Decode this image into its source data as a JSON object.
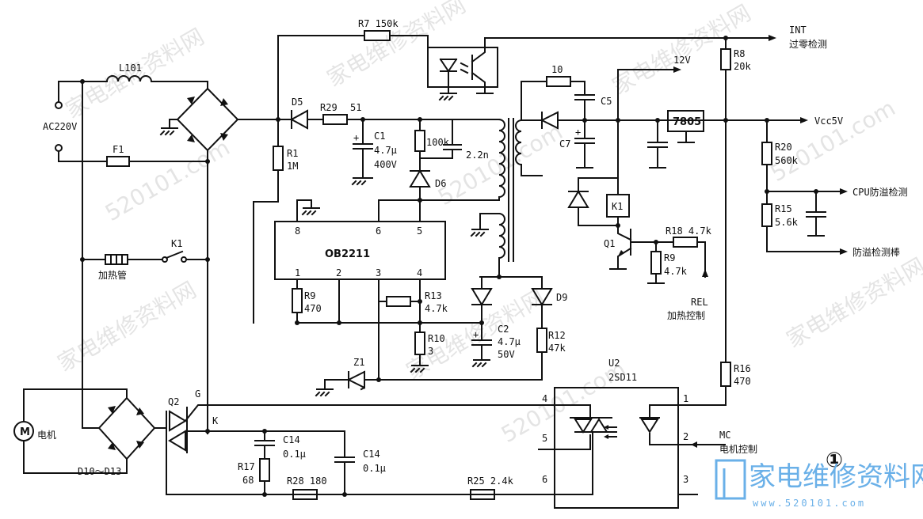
{
  "figure_number": "①",
  "power": {
    "ac_input": "AC220V",
    "inductor": "L101",
    "fuse": "F1"
  },
  "resistors": {
    "r7": "R7 150k",
    "r29_ref": "R29",
    "r29_val": "51",
    "r1_ref": "R1",
    "r1_val": "1M",
    "r100k": "100k",
    "r9a_ref": "R9",
    "r9a_val": "470",
    "r13_ref": "R13",
    "r13_val": "4.7k",
    "r10_ref": "R10",
    "r10_val": "3",
    "r12_ref": "R12",
    "r12_val": "47k",
    "r10b": "10",
    "r8_ref": "R8",
    "r8_val": "20k",
    "r20_ref": "R20",
    "r20_val": "560k",
    "r15_ref": "R15",
    "r15_val": "5.6k",
    "r18": "R18 4.7k",
    "r9b_ref": "R9",
    "r9b_val": "4.7k",
    "r16_ref": "R16",
    "r16_val": "470",
    "r17_ref": "R17",
    "r17_val": "68",
    "r28": "R28 180",
    "r25": "R25 2.4k"
  },
  "capacitors": {
    "c1_ref": "C1",
    "c1_val": "4.7μ",
    "c1_volt": "400V",
    "c2n": "2.2n",
    "c5": "C5",
    "c7": "C7",
    "c2_ref": "C2",
    "c2_val": "4.7μ",
    "c2_volt": "50V",
    "c14a_ref": "C14",
    "c14a_val": "0.1μ",
    "c14b_ref": "C14",
    "c14b_val": "0.1μ"
  },
  "semis": {
    "d5": "D5",
    "d6": "D6",
    "d9": "D9",
    "z1": "Z1",
    "ic_name": "OB2211",
    "pin8": "8",
    "pin6": "6",
    "pin5": "5",
    "pin1": "1",
    "pin2": "2",
    "pin3": "3",
    "pin4": "4",
    "reg": "7805",
    "k1_relay": "K1",
    "q1": "Q1",
    "q2": "Q2",
    "g": "G",
    "k": "K",
    "u2_ref": "U2",
    "u2_part": "2SD11",
    "u2_p1": "1",
    "u2_p2": "2",
    "u2_p3": "3",
    "u2_p4": "4",
    "u2_p5": "5",
    "u2_p6": "6"
  },
  "labels": {
    "int": "INT",
    "zero_detect": "过零检测",
    "v12": "12V",
    "vcc5": "Vcc5V",
    "cpu_overflow": "CPU防溢检测",
    "overflow_rod": "防溢检测棒",
    "rel": "REL",
    "heat_ctrl": "加热控制",
    "mc": "MC",
    "motor_ctrl": "电机控制",
    "heater": "加热管",
    "k1_switch": "K1",
    "motor": "电机",
    "motor_m": "M",
    "bridge2": "D10～D13"
  },
  "watermark": {
    "text1": "家电维修资料网",
    "text2": "520101.com",
    "brand": "家电维修资料网",
    "brand_url": "www.520101.com"
  }
}
